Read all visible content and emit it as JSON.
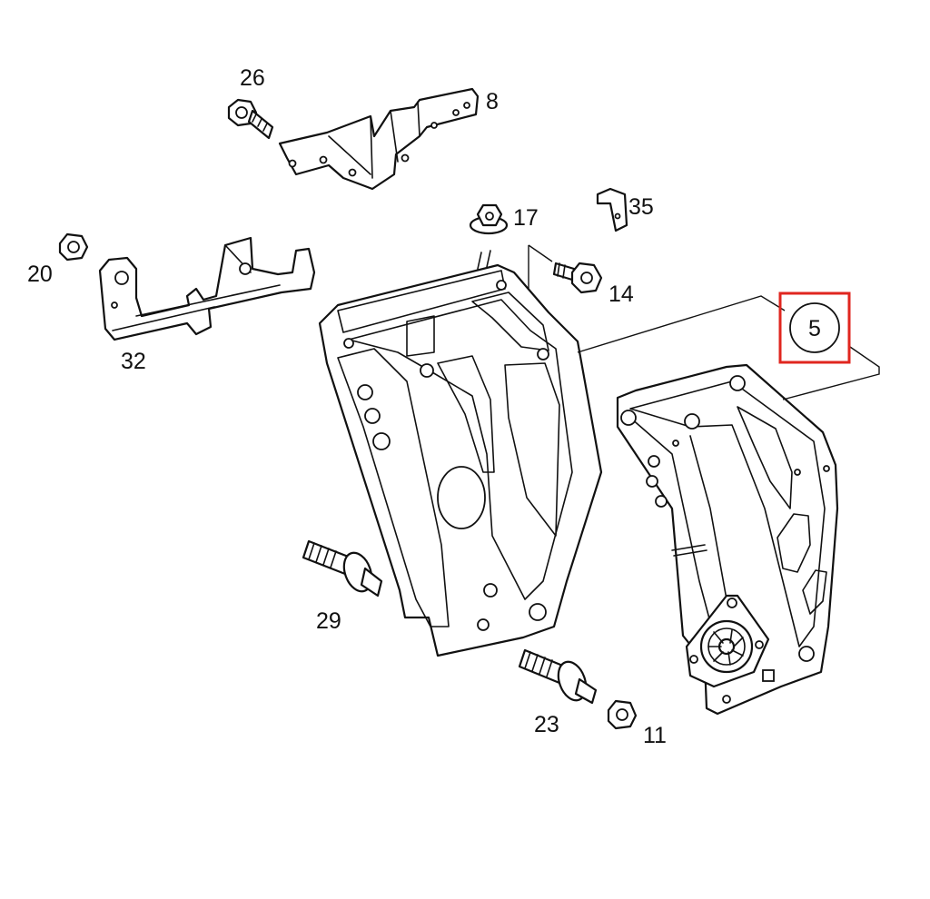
{
  "highlight_color": "#e0261f",
  "callouts": {
    "c26": "26",
    "c8": "8",
    "c20": "20",
    "c32": "32",
    "c17": "17",
    "c35": "35",
    "c14": "14",
    "c5": "5",
    "c29": "29",
    "c23": "23",
    "c11": "11"
  }
}
